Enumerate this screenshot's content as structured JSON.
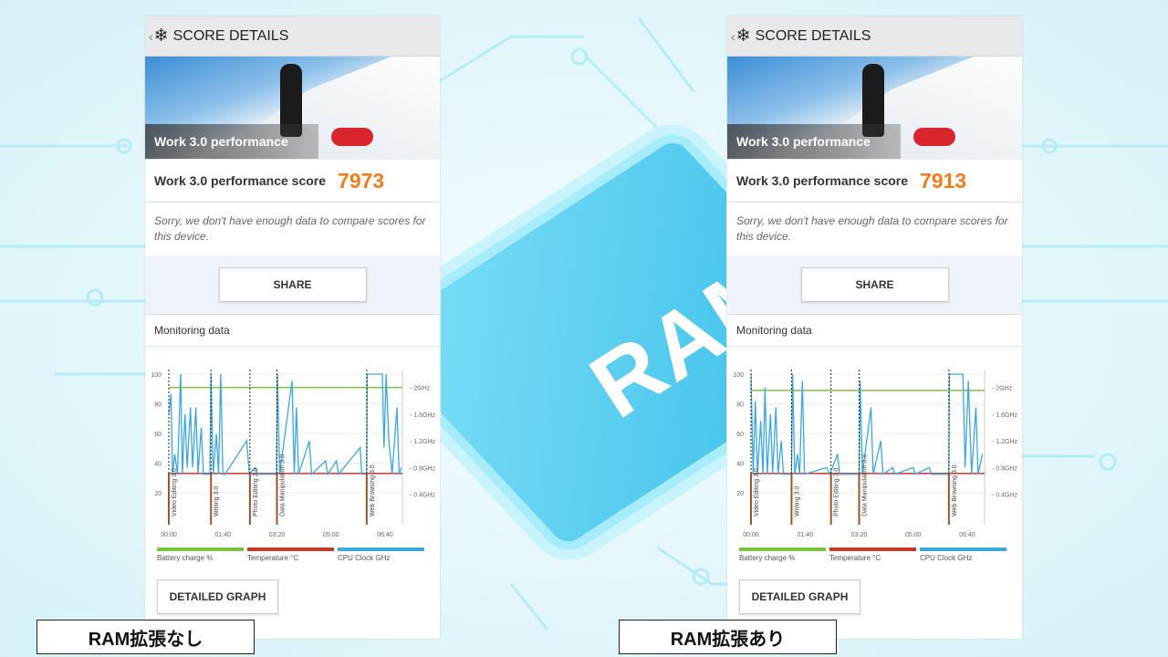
{
  "background": {
    "chip_text": "RAM"
  },
  "panels": [
    {
      "id": "left",
      "header": "SCORE DETAILS",
      "hero_title": "Work 3.0 performance",
      "score_label": "Work 3.0 performance score",
      "score": "7973",
      "message": "Sorry, we don't have enough data to compare scores for this device.",
      "share": "SHARE",
      "monitoring": "Monitoring data",
      "detailed": "DETAILED GRAPH",
      "caption": "RAM拡張なし",
      "markers": [
        {
          "t": 0,
          "label": "Video Editing 3.0"
        },
        {
          "t": 78,
          "label": "Writing 3.0"
        },
        {
          "t": 150,
          "label": "Photo Editing 3.0"
        },
        {
          "t": 200,
          "label": "Data Manipulation 3.0"
        },
        {
          "t": 366,
          "label": "Web Browsing 3.0"
        }
      ],
      "battery": 91,
      "temperature": 33,
      "cpu": [
        [
          0,
          1.6
        ],
        [
          4,
          1.9
        ],
        [
          7,
          0.7
        ],
        [
          11,
          1.0
        ],
        [
          16,
          0.7
        ],
        [
          22,
          2.2
        ],
        [
          25,
          0.7
        ],
        [
          30,
          1.6
        ],
        [
          34,
          0.8
        ],
        [
          40,
          1.7
        ],
        [
          44,
          0.8
        ],
        [
          50,
          1.7
        ],
        [
          54,
          0.7
        ],
        [
          60,
          1.4
        ],
        [
          64,
          0.7
        ],
        [
          76,
          0.7
        ],
        [
          78,
          2.2
        ],
        [
          82,
          0.7
        ],
        [
          88,
          1.3
        ],
        [
          92,
          0.7
        ],
        [
          96,
          2.2
        ],
        [
          100,
          0.7
        ],
        [
          104,
          0.7
        ],
        [
          144,
          1.2
        ],
        [
          149,
          0.7
        ],
        [
          160,
          0.8
        ],
        [
          164,
          0.7
        ],
        [
          199,
          0.7
        ],
        [
          201,
          2.2
        ],
        [
          205,
          0.7
        ],
        [
          228,
          2.1
        ],
        [
          232,
          0.7
        ],
        [
          236,
          1.7
        ],
        [
          240,
          0.7
        ],
        [
          260,
          1.2
        ],
        [
          264,
          0.7
        ],
        [
          290,
          0.9
        ],
        [
          294,
          0.7
        ],
        [
          310,
          0.9
        ],
        [
          314,
          0.7
        ],
        [
          354,
          1.1
        ],
        [
          357,
          0.7
        ],
        [
          366,
          0.7
        ],
        [
          367,
          2.2
        ],
        [
          395,
          2.2
        ],
        [
          398,
          1.1
        ],
        [
          402,
          2.2
        ],
        [
          407,
          1.2
        ],
        [
          413,
          0.7
        ],
        [
          422,
          1.7
        ],
        [
          426,
          0.7
        ],
        [
          430,
          0.8
        ]
      ]
    },
    {
      "id": "right",
      "header": "SCORE DETAILS",
      "hero_title": "Work 3.0 performance",
      "score_label": "Work 3.0 performance score",
      "score": "7913",
      "message": "Sorry, we don't have enough data to compare scores for this device.",
      "share": "SHARE",
      "monitoring": "Monitoring data",
      "detailed": "DETAILED GRAPH",
      "caption": "RAM拡張あり",
      "markers": [
        {
          "t": 0,
          "label": "Video Editing 3.0"
        },
        {
          "t": 75,
          "label": "Writing 3.0"
        },
        {
          "t": 148,
          "label": "Photo Editing 3.0"
        },
        {
          "t": 200,
          "label": "Data Manipulation 3.0"
        },
        {
          "t": 366,
          "label": "Web Browsing 3.0"
        }
      ],
      "battery": 89,
      "temperature": 33,
      "cpu": [
        [
          0,
          2.2
        ],
        [
          4,
          0.7
        ],
        [
          8,
          1.8
        ],
        [
          12,
          0.7
        ],
        [
          18,
          1.5
        ],
        [
          22,
          0.7
        ],
        [
          26,
          2.0
        ],
        [
          30,
          0.7
        ],
        [
          36,
          1.6
        ],
        [
          40,
          0.7
        ],
        [
          46,
          1.7
        ],
        [
          50,
          0.7
        ],
        [
          56,
          1.2
        ],
        [
          60,
          0.7
        ],
        [
          75,
          0.7
        ],
        [
          77,
          2.2
        ],
        [
          81,
          0.7
        ],
        [
          86,
          1.0
        ],
        [
          90,
          0.7
        ],
        [
          95,
          2.1
        ],
        [
          99,
          0.7
        ],
        [
          140,
          0.8
        ],
        [
          146,
          0.7
        ],
        [
          160,
          1.0
        ],
        [
          164,
          0.7
        ],
        [
          200,
          0.7
        ],
        [
          202,
          2.1
        ],
        [
          206,
          0.7
        ],
        [
          222,
          1.7
        ],
        [
          226,
          0.7
        ],
        [
          240,
          1.2
        ],
        [
          244,
          0.7
        ],
        [
          262,
          0.8
        ],
        [
          266,
          0.7
        ],
        [
          300,
          0.8
        ],
        [
          304,
          0.7
        ],
        [
          330,
          0.8
        ],
        [
          334,
          0.7
        ],
        [
          366,
          0.7
        ],
        [
          367,
          2.2
        ],
        [
          392,
          2.2
        ],
        [
          396,
          0.8
        ],
        [
          402,
          2.1
        ],
        [
          408,
          0.7
        ],
        [
          416,
          1.7
        ],
        [
          420,
          0.7
        ],
        [
          428,
          1.0
        ]
      ]
    }
  ],
  "chart_axes": {
    "left_ticks": [
      20,
      40,
      60,
      80,
      100
    ],
    "right_ticks": [
      "0.4GHz",
      "0.8GHz",
      "1.2GHz",
      "1.6GHz",
      "2GHz"
    ],
    "x_ticks": [
      "00:00",
      "01:40",
      "03:20",
      "05:00",
      "06:40"
    ],
    "legend": [
      {
        "label": "Battery charge %",
        "color": "#7cc242"
      },
      {
        "label": "Temperature °C",
        "color": "#c0392b"
      },
      {
        "label": "CPU Clock GHz",
        "color": "#3aa8de"
      }
    ]
  }
}
